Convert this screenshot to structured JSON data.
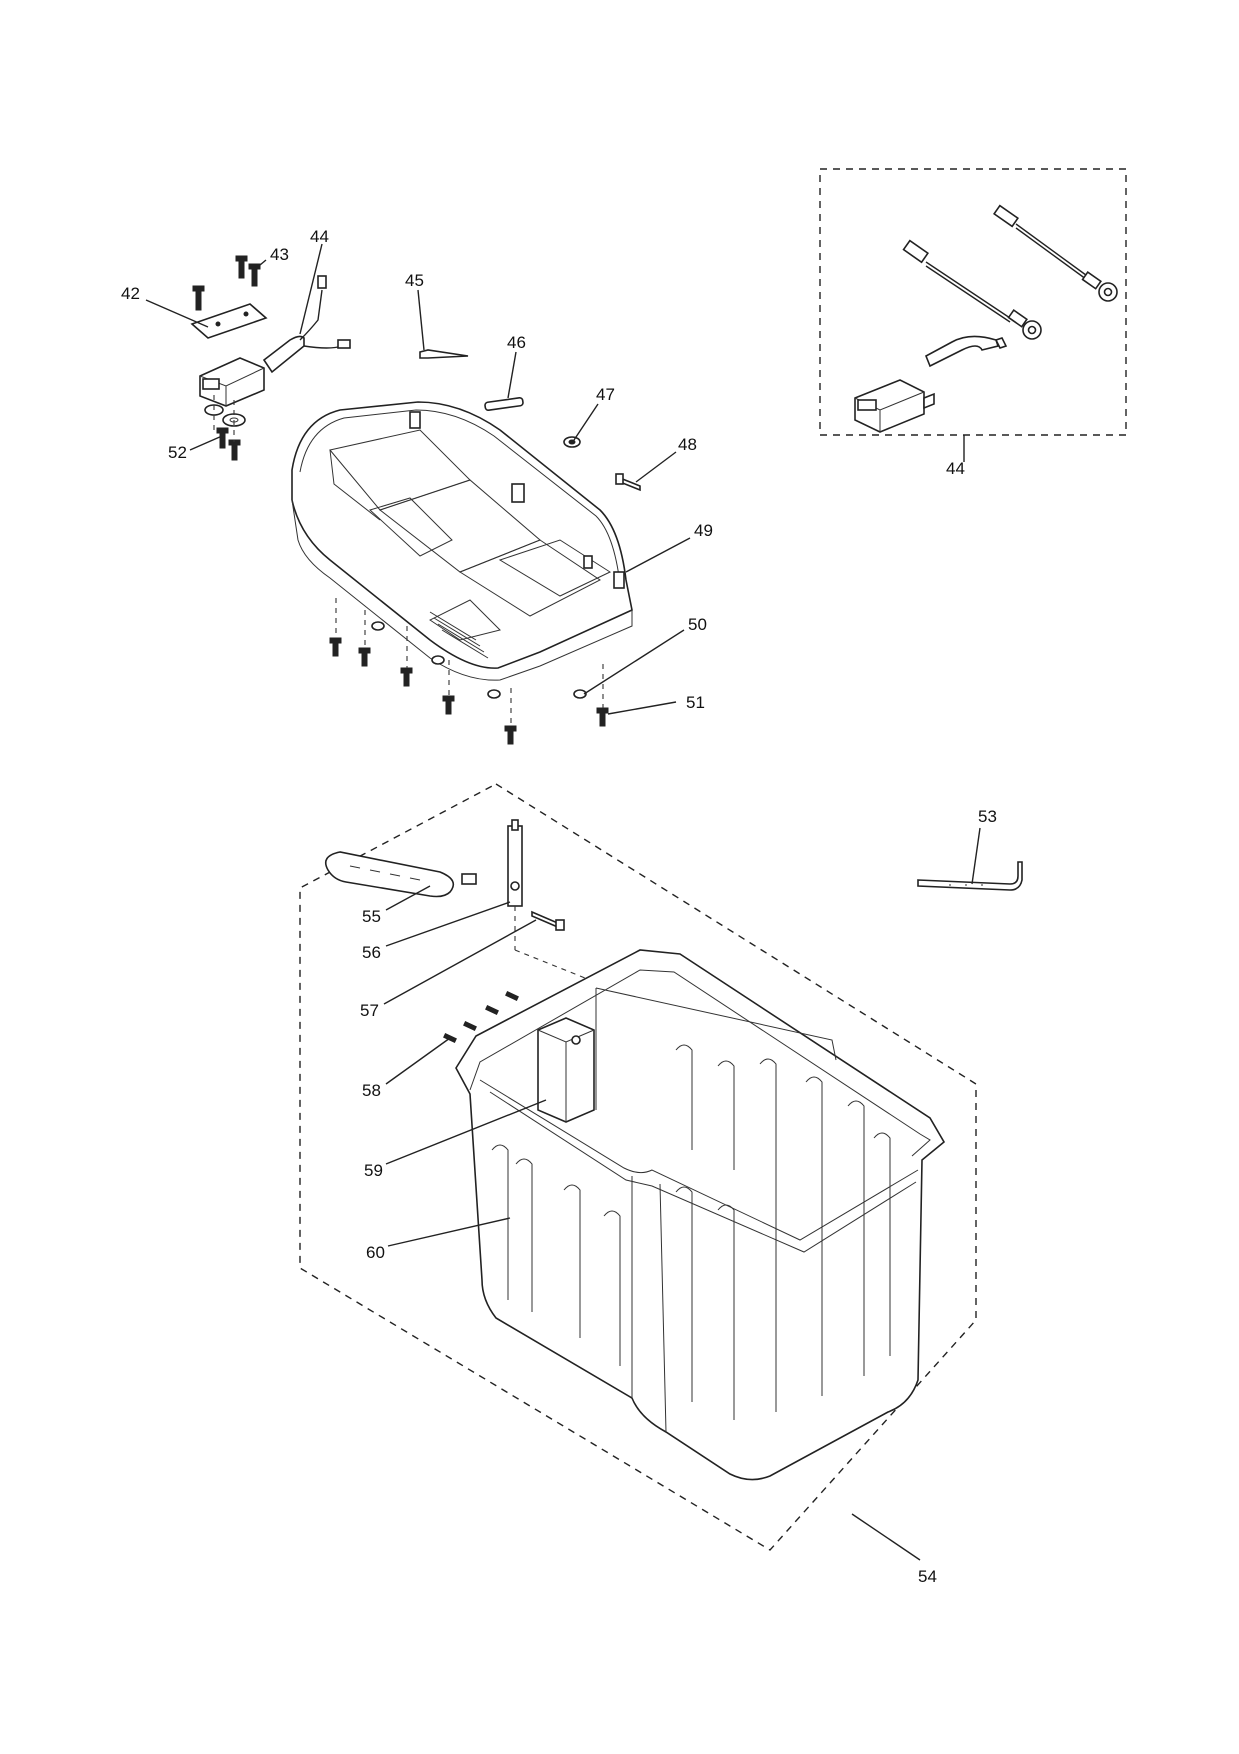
{
  "callouts": {
    "c42": "42",
    "c43": "43",
    "c44a": "44",
    "c44b": "44",
    "c45": "45",
    "c46": "46",
    "c47": "47",
    "c48": "48",
    "c49": "49",
    "c50": "50",
    "c51": "51",
    "c52": "52",
    "c53": "53",
    "c54": "54",
    "c55": "55",
    "c56": "56",
    "c57": "57",
    "c58": "58",
    "c59": "59",
    "c60": "60"
  }
}
